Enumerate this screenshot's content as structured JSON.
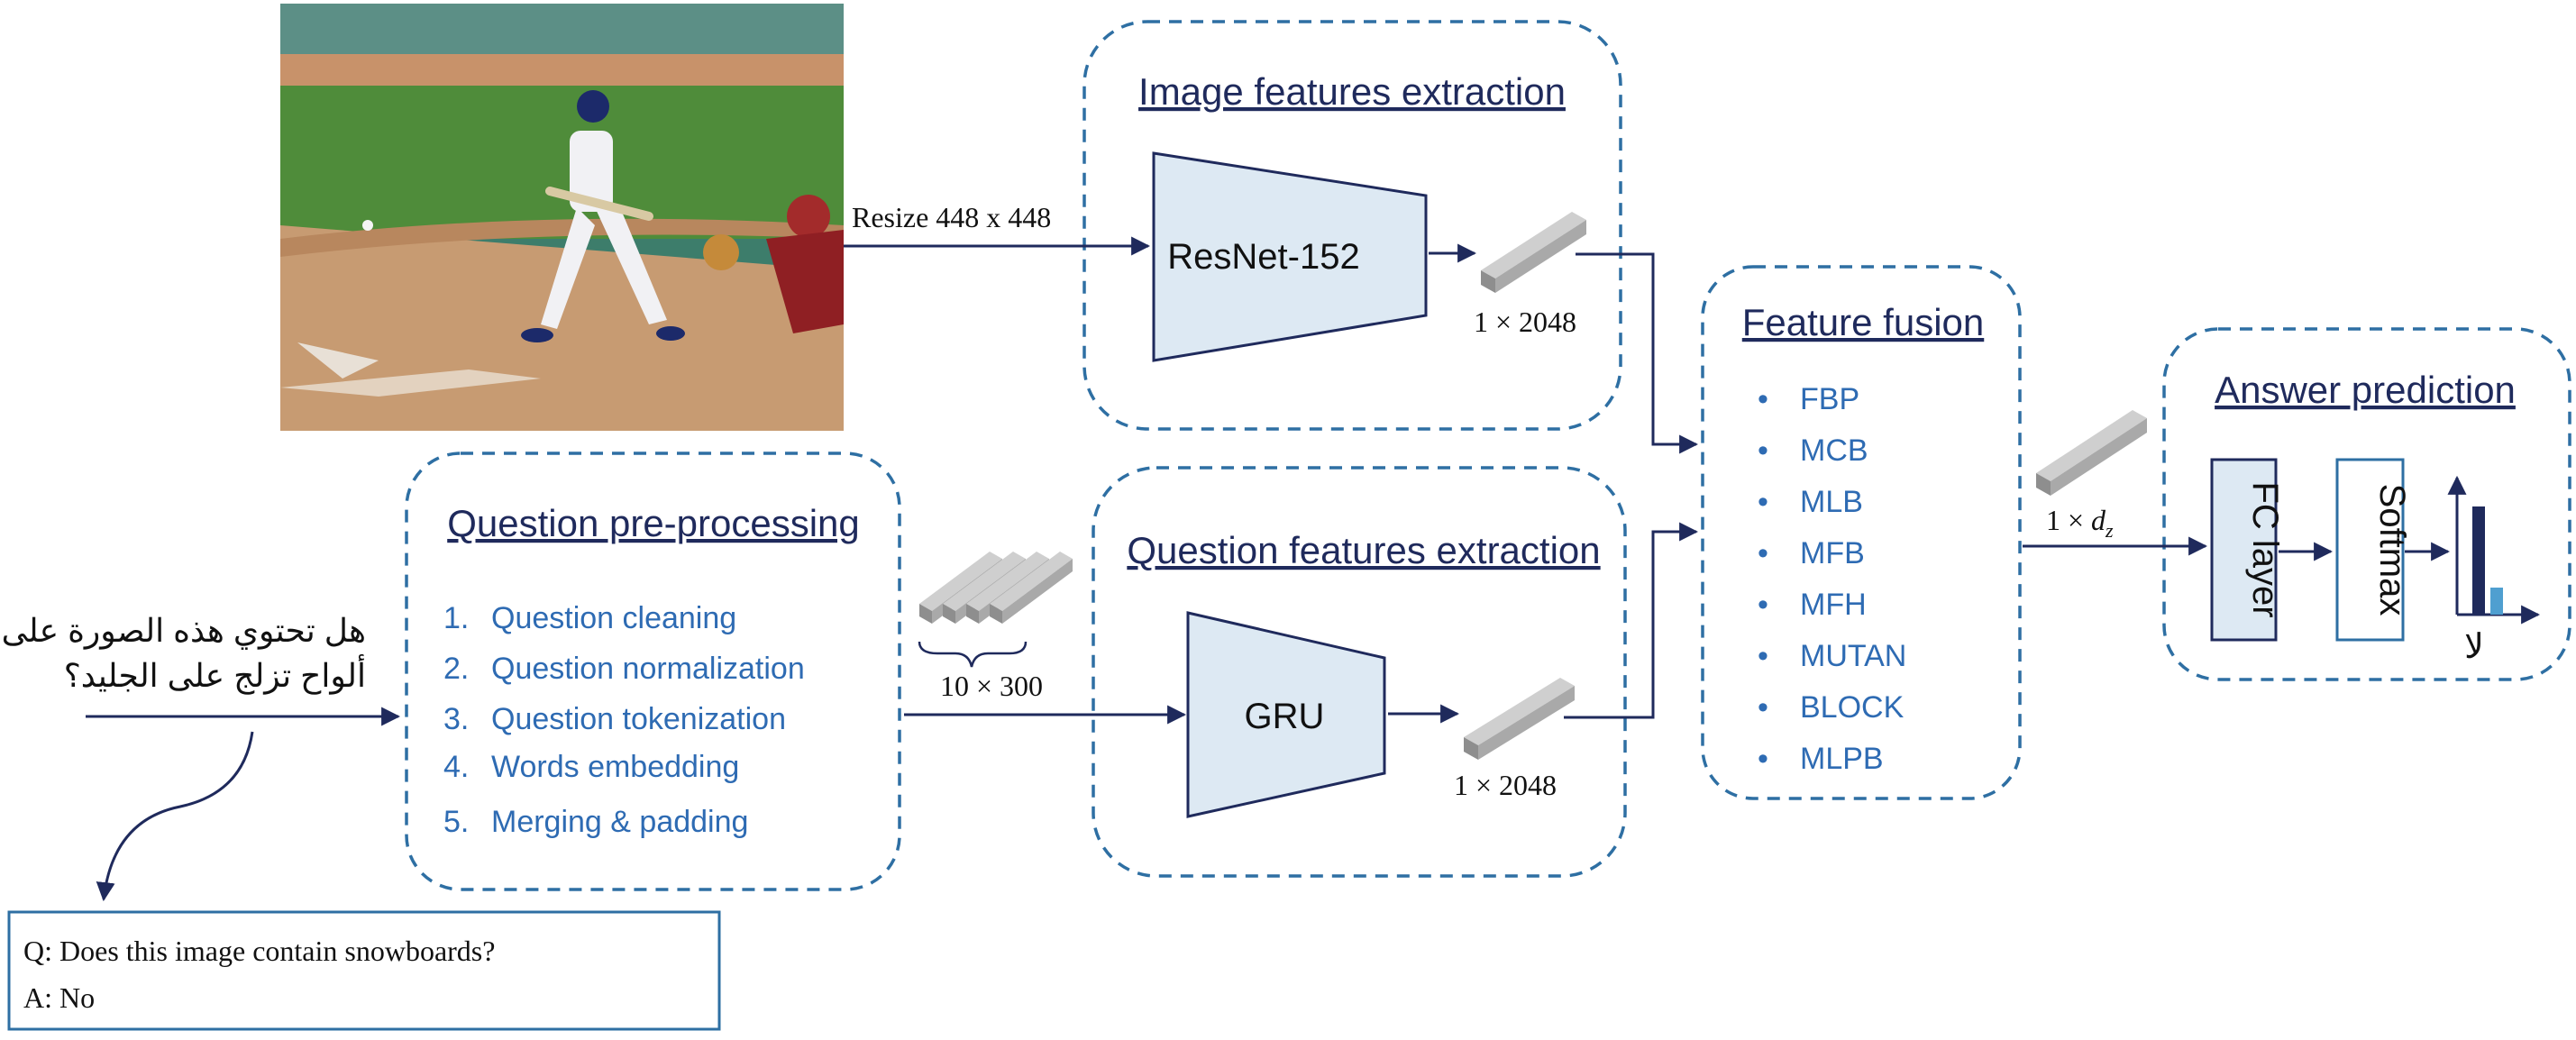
{
  "photo": {
    "description_icon": "baseball-photo"
  },
  "resize_label": "Resize 448 x 448",
  "image_features": {
    "title": "Image features extraction",
    "block": "ResNet-152",
    "dim": "1 × 2048"
  },
  "question_features": {
    "title": "Question features extraction",
    "block": "GRU",
    "dim": "1 × 2048",
    "embed_dim": "10 × 300"
  },
  "preprocessing": {
    "title": "Question pre-processing",
    "steps": [
      {
        "num": "1.",
        "text": "Question cleaning"
      },
      {
        "num": "2.",
        "text": "Question normalization"
      },
      {
        "num": "3.",
        "text": "Question tokenization"
      },
      {
        "num": "4.",
        "text": "Words embedding"
      },
      {
        "num": "5.",
        "text": "Merging & padding"
      }
    ]
  },
  "fusion": {
    "title": "Feature fusion",
    "bullet": "•",
    "methods": [
      "FBP",
      "MCB",
      "MLB",
      "MFB",
      "MFH",
      "MUTAN",
      "BLOCK",
      "MLPB"
    ],
    "out_dim_prefix": "1 × ",
    "out_dim_var": "d",
    "out_dim_sub": "z"
  },
  "answer": {
    "title": "Answer prediction",
    "fc": "FC layer",
    "softmax": "Softmax",
    "answer_ar": "لا"
  },
  "question_ar": {
    "line1": "هل تحتوي هذه الصورة على",
    "line2": "ألواح تزلج على الجليد؟"
  },
  "qa_box": {
    "q": "Q: Does this image contain snowboards?",
    "a": "A: No"
  },
  "colors": {
    "dash": "#2e6fa3",
    "block_fill": "#dde9f3",
    "arrow": "#1f2a5c",
    "blue_text": "#2e6bb3",
    "bar_dark": "#1f2a5c",
    "bar_light": "#4f9fd0"
  }
}
